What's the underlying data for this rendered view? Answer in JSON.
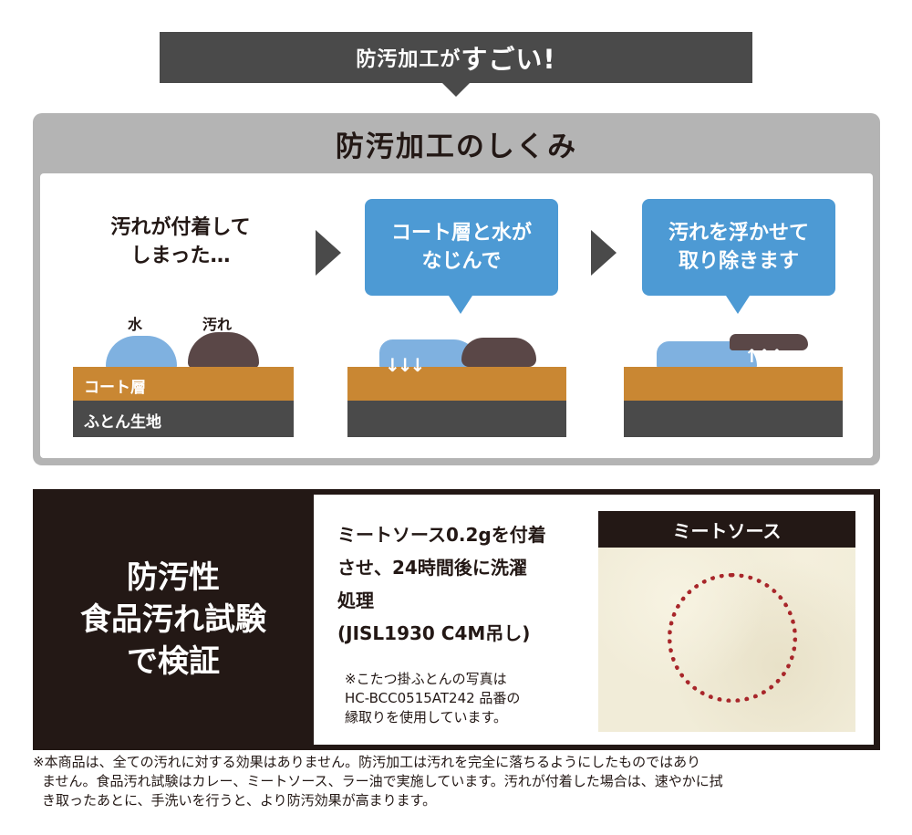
{
  "banner": {
    "part1": "防汚加工が",
    "part2": "すごい!"
  },
  "mechanism": {
    "title": "防汚加工のしくみ",
    "stage1": {
      "text_line1": "汚れが付着して",
      "text_line2": "しまった…",
      "label_water": "水",
      "label_dirt": "汚れ",
      "layer_coat": "コート層",
      "layer_fabric": "ふとん生地"
    },
    "stage2": {
      "callout_line1": "コート層と水が",
      "callout_line2": "なじんで"
    },
    "stage3": {
      "callout_line1": "汚れを浮かせて",
      "callout_line2": "取り除きます"
    }
  },
  "test": {
    "heading_line1": "防汚性",
    "heading_line2": "食品汚れ試験",
    "heading_line3": "で検証",
    "desc_line1": "ミートソース0.2gを付着",
    "desc_line2": "させ、24時間後に洗濯",
    "desc_line3": "処理",
    "desc_line4": "(JISL1930 C4M吊し)",
    "note_line1": "※こたつ掛ふとんの写真は",
    "note_line2": "HC-BCC0515AT242 品番の",
    "note_line3": "縁取りを使用しています。",
    "photo_label": "ミートソース"
  },
  "disclaimer": {
    "line1": "※本商品は、全ての汚れに対する効果はありません。防汚加工は汚れを完全に落ちるようにしたものではあり",
    "line2": "ません。食品汚れ試験はカレー、ミートソース、ラー油で実施しています。汚れが付着した場合は、速やかに拭",
    "line3": "き取ったあとに、手洗いを行うと、より防汚効果が高まります。"
  },
  "colors": {
    "dark": "#4a4a4a",
    "coat": "#c98733",
    "callout": "#4d9ad4",
    "water": "#7fb1e0",
    "dirt": "#5a4747",
    "circle": "#a8262a"
  }
}
